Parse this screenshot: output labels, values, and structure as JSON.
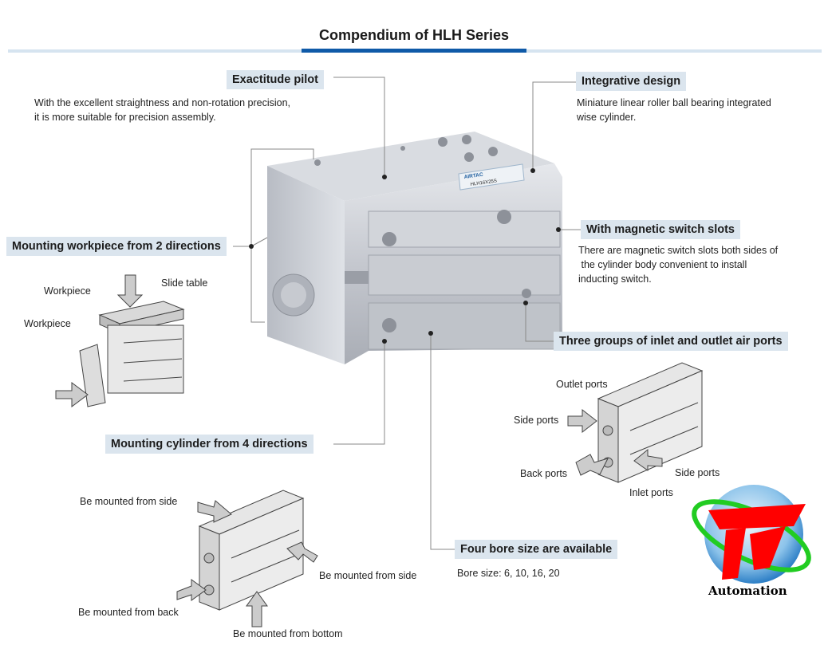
{
  "title": "Compendium of HLH Series",
  "features": {
    "exactitude": {
      "label": "Exactitude pilot",
      "desc": [
        "With the excellent straightness  and non-rotation precision,",
        "it is more suitable for precision assembly."
      ]
    },
    "integrative": {
      "label": "Integrative design",
      "desc": [
        "Miniature linear roller ball bearing integrated",
        "wise cylinder."
      ]
    },
    "magnetic": {
      "label": "With magnetic switch slots",
      "desc": [
        "There are magnetic switch slots both sides of",
        " the cylinder body convenient to install",
        "inducting switch."
      ]
    },
    "workpiece": {
      "label": "Mounting workpiece from 2 directions"
    },
    "ports": {
      "label": "Three groups of inlet and outlet air ports"
    },
    "mounting": {
      "label": "Mounting cylinder from 4 directions"
    },
    "bore": {
      "label": "Four bore size are available",
      "desc": "Bore size: 6, 10, 16, 20"
    }
  },
  "callouts": {
    "workpiece_top": "Workpiece",
    "slide_table": "Slide table",
    "workpiece_side": "Workpiece",
    "outlet_ports": "Outlet ports",
    "side_ports_left": "Side ports",
    "back_ports": "Back ports",
    "side_ports_right": "Side ports",
    "inlet_ports": "Inlet ports",
    "mount_side_top": "Be mounted from side",
    "mount_side_right": "Be mounted from side",
    "mount_back": "Be mounted from back",
    "mount_bottom": "Be mounted from bottom"
  },
  "product_label": {
    "brand": "AIRTAC",
    "model": "HLH16X25S"
  },
  "logo": {
    "text": "Automation",
    "colors": {
      "red": "#ff0000",
      "green": "#22cc22",
      "blue": "#3a8fd8"
    }
  },
  "colors": {
    "accent": "#0f5aa8",
    "tag_bg": "#dbe5ee",
    "rule": "#d6e4f0"
  }
}
